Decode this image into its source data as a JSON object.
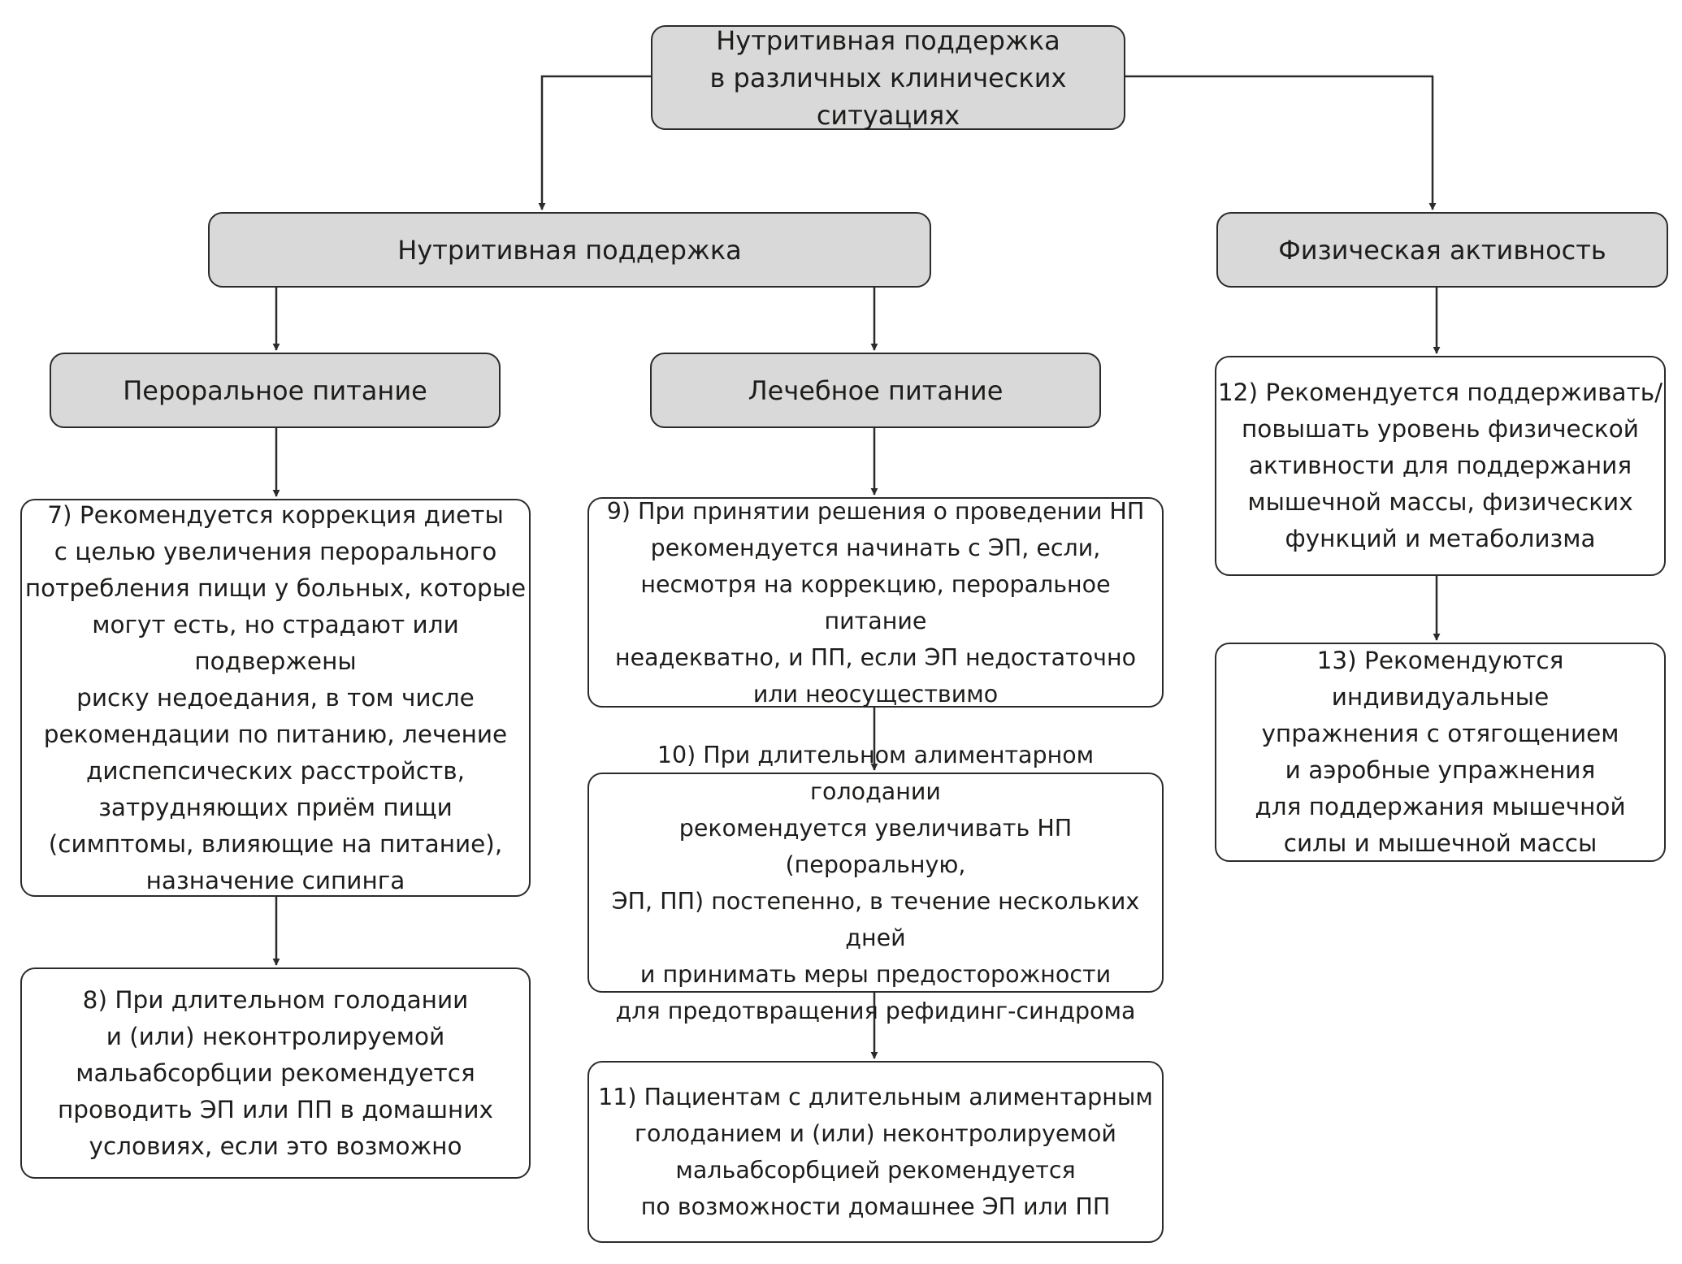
{
  "nodes": {
    "root": "Нутритивная поддержка\nв различных клинических ситуациях",
    "nutritive_support": "Нутритивная поддержка",
    "physical_activity": "Физическая активность",
    "oral_nutrition": "Пероральное питание",
    "therapeutic_nutrition": "Лечебное питание",
    "rec_7": "7) Рекомендуется коррекция диеты\nс целью увеличения перорального\nпотребления пищи у больных, которые\nмогут есть, но страдают или подвержены\nриску недоедания, в том числе\nрекомендации по питанию, лечение\nдиспепсических расстройств,\nзатрудняющих приём пищи\n(симптомы, влияющие на питание),\nназначение сипинга",
    "rec_8": "8) При длительном голодании\nи (или) неконтролируемой\nмальабсорбции рекомендуется\nпроводить ЭП или ПП в домашних\nусловиях, если это возможно",
    "rec_9": "9) При принятии решения о проведении НП\nрекомендуется начинать с ЭП, если,\nнесмотря на коррекцию, пероральное питание\nнеадекватно, и ПП, если ЭП недостаточно\nили неосуществимо",
    "rec_10": "10) При длительном алиментарном голодании\nрекомендуется увеличивать НП (пероральную,\nЭП, ПП) постепенно, в течение нескольких дней\nи принимать меры предосторожности\nдля предотвращения рефидинг-синдрома",
    "rec_11": "11) Пациентам с длительным алиментарным\nголоданием и (или) неконтролируемой\nмальабсорбцией рекомендуется\nпо возможности домашнее ЭП или ПП",
    "rec_12": "12) Рекомендуется поддерживать/\nповышать уровень физической\nактивности для поддержания\nмышечной массы, физических\nфункций и метаболизма",
    "rec_13": "13) Рекомендуются индивидуальные\nупражнения с отягощением\nи аэробные упражнения\nдля поддержания мышечной\nсилы и мышечной массы"
  },
  "colors": {
    "header_fill": "#d9d9d9",
    "box_fill": "#ffffff",
    "stroke": "#2b2b2b"
  }
}
